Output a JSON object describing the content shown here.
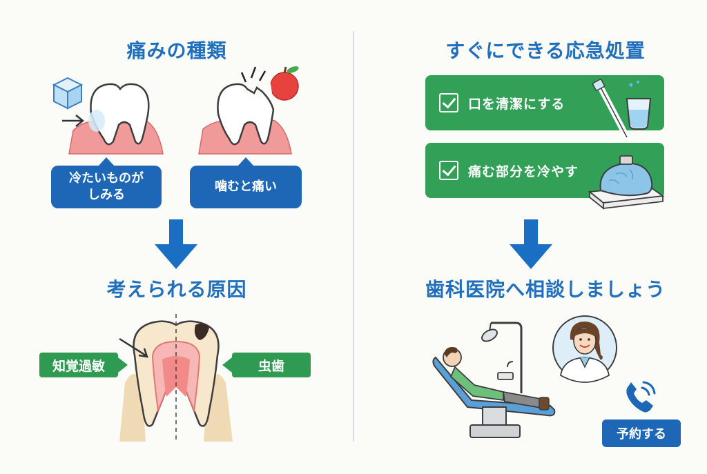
{
  "left": {
    "pain_types_title": "痛みの種類",
    "cold_label_line1": "冷たいものが",
    "cold_label_line2": "しみる",
    "bite_label": "噛むと痛い",
    "causes_title": "考えられる原因",
    "cause_sensitivity": "知覚過敏",
    "cause_cavity": "虫歯"
  },
  "right": {
    "first_aid_title": "すぐにできる応急処置",
    "actions": [
      {
        "label": "口を清潔にする"
      },
      {
        "label": "痛む部分を冷やす"
      }
    ],
    "consult_title": "歯科医院へ相談しましょう",
    "reserve_button": "予約する"
  },
  "colors": {
    "title_blue": "#1f6fbd",
    "label_blue": "#1d67b6",
    "action_green": "#33a058",
    "gum_pink": "#f09a9a",
    "arrow_blue": "#1b6fc2"
  },
  "icons": {
    "ice_cube": "ice-cube-icon",
    "apple": "apple-icon",
    "checkbox": "checkbox-icon",
    "toothbrush": "toothbrush-icon",
    "water_glass": "water-glass-icon",
    "ice_pack": "ice-pack-icon",
    "phone": "phone-icon"
  }
}
